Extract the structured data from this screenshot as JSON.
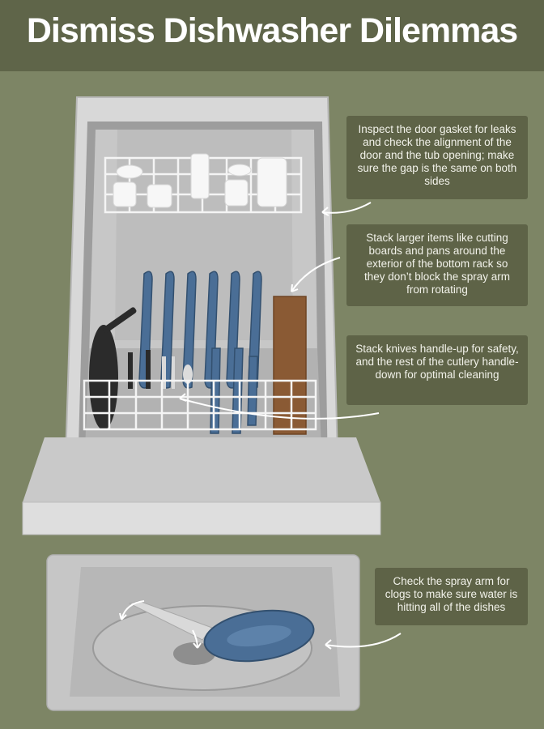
{
  "header": {
    "title": "Dismiss Dishwasher Dilemmas"
  },
  "callouts": {
    "gasket": "Inspect the door gasket for leaks and check the alignment of the door and the tub opening; make sure the gap is the same on both sides",
    "large_items": "Stack larger items like cutting boards and pans around the exterior of the bottom rack so they don’t block the spray arm from rotating",
    "knives": "Stack knives handle-up for safety, and the rest of the cutlery handle-down for optimal cleaning",
    "spray_arm": "Check the spray arm for clogs to make sure water is hitting all of the dishes"
  },
  "colors": {
    "background": "#7d8565",
    "header": "#5f6549",
    "callout": "#5e6347",
    "plates": "#4a6e96",
    "arrows": "#ffffff"
  }
}
